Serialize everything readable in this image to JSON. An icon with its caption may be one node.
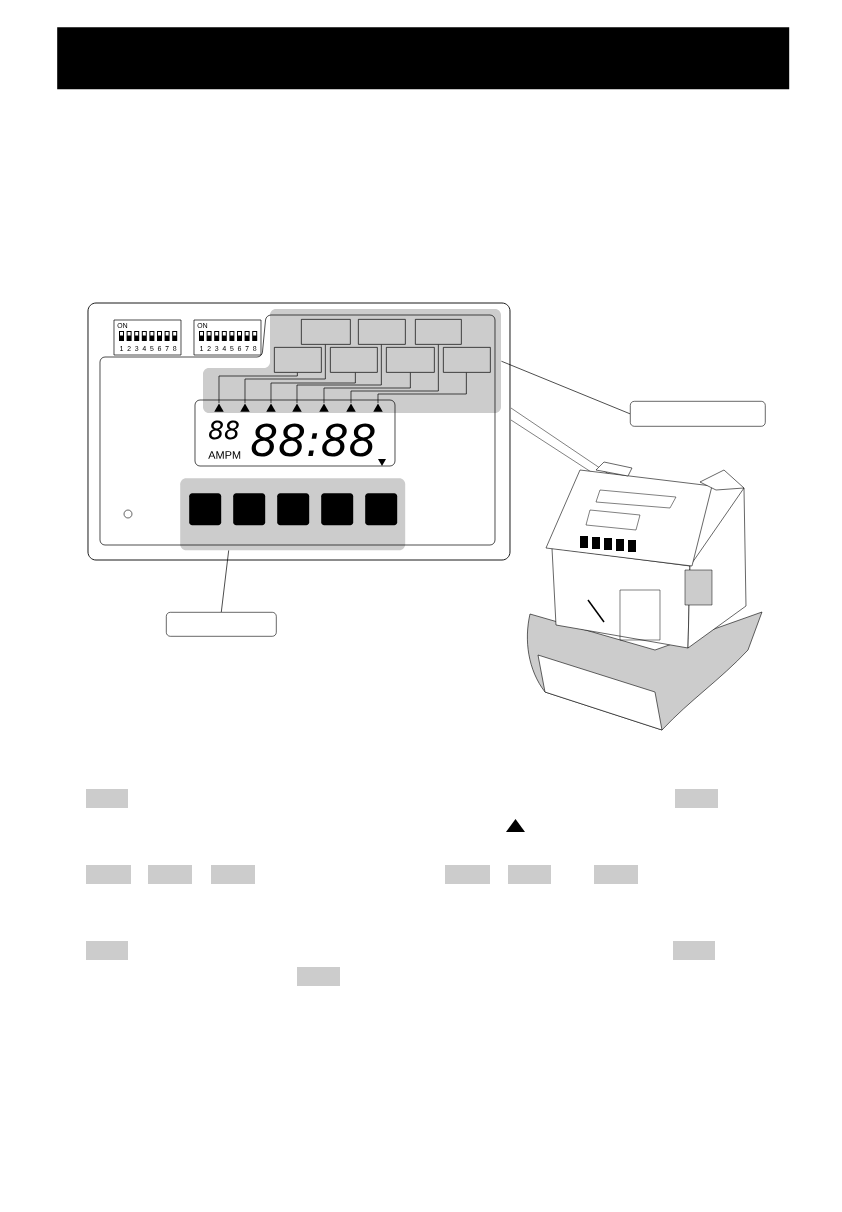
{
  "diagram": {
    "nodes": [
      {
        "text": [],
        "shape": "box"
      },
      {
        "text": [],
        "shape": "box",
        "in": 0
      },
      {
        "text": [],
        "shape": "box",
        "in": 0
      },
      {
        "text": [],
        "shape": "box",
        "in": 0
      },
      {
        "text": [],
        "shape": "box",
        "in": 0
      },
      {
        "text": [],
        "shape": "box",
        "in": 0
      },
      {
        "text": [],
        "shape": "box",
        "in": 0
      },
      {
        "text": [],
        "shape": "box",
        "in": 0
      },
      {
        "text": [],
        "shape": "triangle",
        "in": 0
      },
      {
        "text": [],
        "shape": "triangle",
        "in": 0
      },
      {
        "text": [],
        "shape": "triangle",
        "in": 0
      },
      {
        "text": [],
        "shape": "triangle",
        "in": 0
      },
      {
        "text": [],
        "shape": "triangle",
        "in": 0
      },
      {
        "text": [],
        "shape": "triangle",
        "in": 0
      },
      {
        "text": [],
        "shape": "triangle",
        "in": 0
      },
      {
        "text": [],
        "shape": "box"
      },
      {
        "text": [],
        "shape": "box"
      },
      {
        "text": [],
        "shape": "box",
        "in": 16
      },
      {
        "text": [],
        "shape": "box",
        "in": 16
      },
      {
        "text": [],
        "shape": "box",
        "in": 16
      },
      {
        "text": [],
        "shape": "box",
        "in": 16
      },
      {
        "text": [],
        "shape": "box",
        "in": 16
      },
      {
        "text": [],
        "shape": "box"
      },
      {
        "text": [],
        "shape": "bar"
      }
    ],
    "edges": [
      {
        "from": 4,
        "to": 8,
        "arrow": "none"
      },
      {
        "from": 1,
        "to": 9,
        "arrow": "none"
      },
      {
        "from": 5,
        "to": 10,
        "arrow": "none"
      },
      {
        "from": 2,
        "to": 11,
        "arrow": "none"
      },
      {
        "from": 6,
        "to": 12,
        "arrow": "none"
      },
      {
        "from": 3,
        "to": 13,
        "arrow": "none"
      },
      {
        "from": 7,
        "to": 14,
        "arrow": "none"
      },
      {
        "from": 15,
        "to": 0,
        "arrow": "none"
      },
      {
        "from": 22,
        "to": 16,
        "arrow": "none"
      }
    ],
    "labels": [
      "ON",
      "1",
      "2",
      "3",
      "4",
      "5",
      "6",
      "7",
      "8",
      "ON",
      "1",
      "2",
      "3",
      "4",
      "5",
      "6",
      "7",
      "8",
      "88",
      "AMPM",
      "88:88"
    ]
  }
}
